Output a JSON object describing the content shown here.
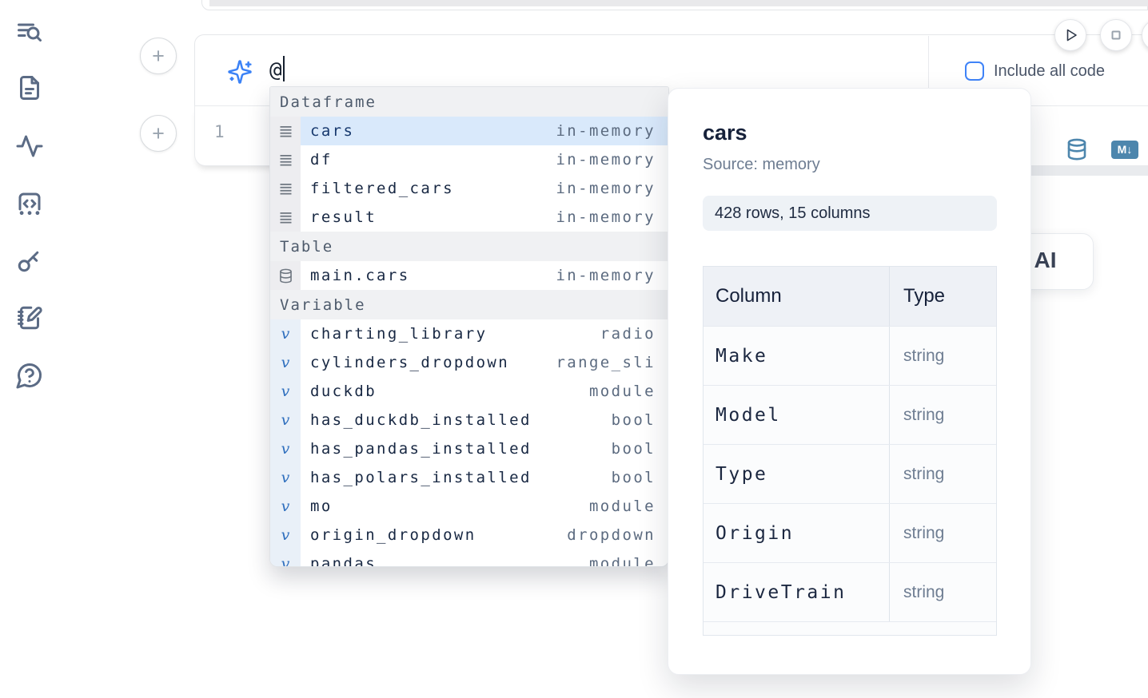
{
  "sidebar": {
    "icons": [
      {
        "name": "search-list-icon"
      },
      {
        "name": "file-icon"
      },
      {
        "name": "activity-icon"
      },
      {
        "name": "code-snippets-icon"
      },
      {
        "name": "key-icon"
      },
      {
        "name": "notebook-pen-icon"
      },
      {
        "name": "help-chat-icon"
      }
    ]
  },
  "toolbar": {
    "run_icon": "play-icon",
    "stop_icon": "stop-icon"
  },
  "prompt": {
    "sparkle_icon": "sparkles-icon",
    "text": "@",
    "include_all_code_label": "Include all code",
    "include_all_code_checked": false
  },
  "cell": {
    "line_number": "1",
    "db_icon": "database-icon",
    "markdown_badge": "M↓"
  },
  "autocomplete": {
    "sections": [
      {
        "title": "Dataframe",
        "items": [
          {
            "icon": "dataframe-icon",
            "name": "cars",
            "type": "in-memory",
            "selected": true
          },
          {
            "icon": "dataframe-icon",
            "name": "df",
            "type": "in-memory"
          },
          {
            "icon": "dataframe-icon",
            "name": "filtered_cars",
            "type": "in-memory"
          },
          {
            "icon": "dataframe-icon",
            "name": "result",
            "type": "in-memory"
          }
        ]
      },
      {
        "title": "Table",
        "items": [
          {
            "icon": "table-icon",
            "name": "main.cars",
            "type": "in-memory"
          }
        ]
      },
      {
        "title": "Variable",
        "items": [
          {
            "icon": "variable-icon",
            "name": "charting_library",
            "type": "radio"
          },
          {
            "icon": "variable-icon",
            "name": "cylinders_dropdown",
            "type": "range_sli"
          },
          {
            "icon": "variable-icon",
            "name": "duckdb",
            "type": "module"
          },
          {
            "icon": "variable-icon",
            "name": "has_duckdb_installed",
            "type": "bool"
          },
          {
            "icon": "variable-icon",
            "name": "has_pandas_installed",
            "type": "bool"
          },
          {
            "icon": "variable-icon",
            "name": "has_polars_installed",
            "type": "bool"
          },
          {
            "icon": "variable-icon",
            "name": "mo",
            "type": "module"
          },
          {
            "icon": "variable-icon",
            "name": "origin_dropdown",
            "type": "dropdown"
          },
          {
            "icon": "variable-icon",
            "name": "pandas",
            "type": "module",
            "partial": true
          }
        ]
      }
    ]
  },
  "preview": {
    "title": "cars",
    "source": "Source: memory",
    "shape": "428 rows, 15 columns",
    "table": {
      "headers": [
        "Column",
        "Type"
      ],
      "rows": [
        {
          "column": "Make",
          "type": "string"
        },
        {
          "column": "Model",
          "type": "string"
        },
        {
          "column": "Type",
          "type": "string"
        },
        {
          "column": "Origin",
          "type": "string"
        },
        {
          "column": "DriveTrain",
          "type": "string"
        }
      ]
    }
  },
  "ai_box": {
    "visible_label": "l AI"
  },
  "colors": {
    "accent_blue": "#3f83f8",
    "selection_blue": "#d9e9fb",
    "steel_blue_icon": "#4d86ad",
    "slate_icon": "#5b6b85"
  }
}
